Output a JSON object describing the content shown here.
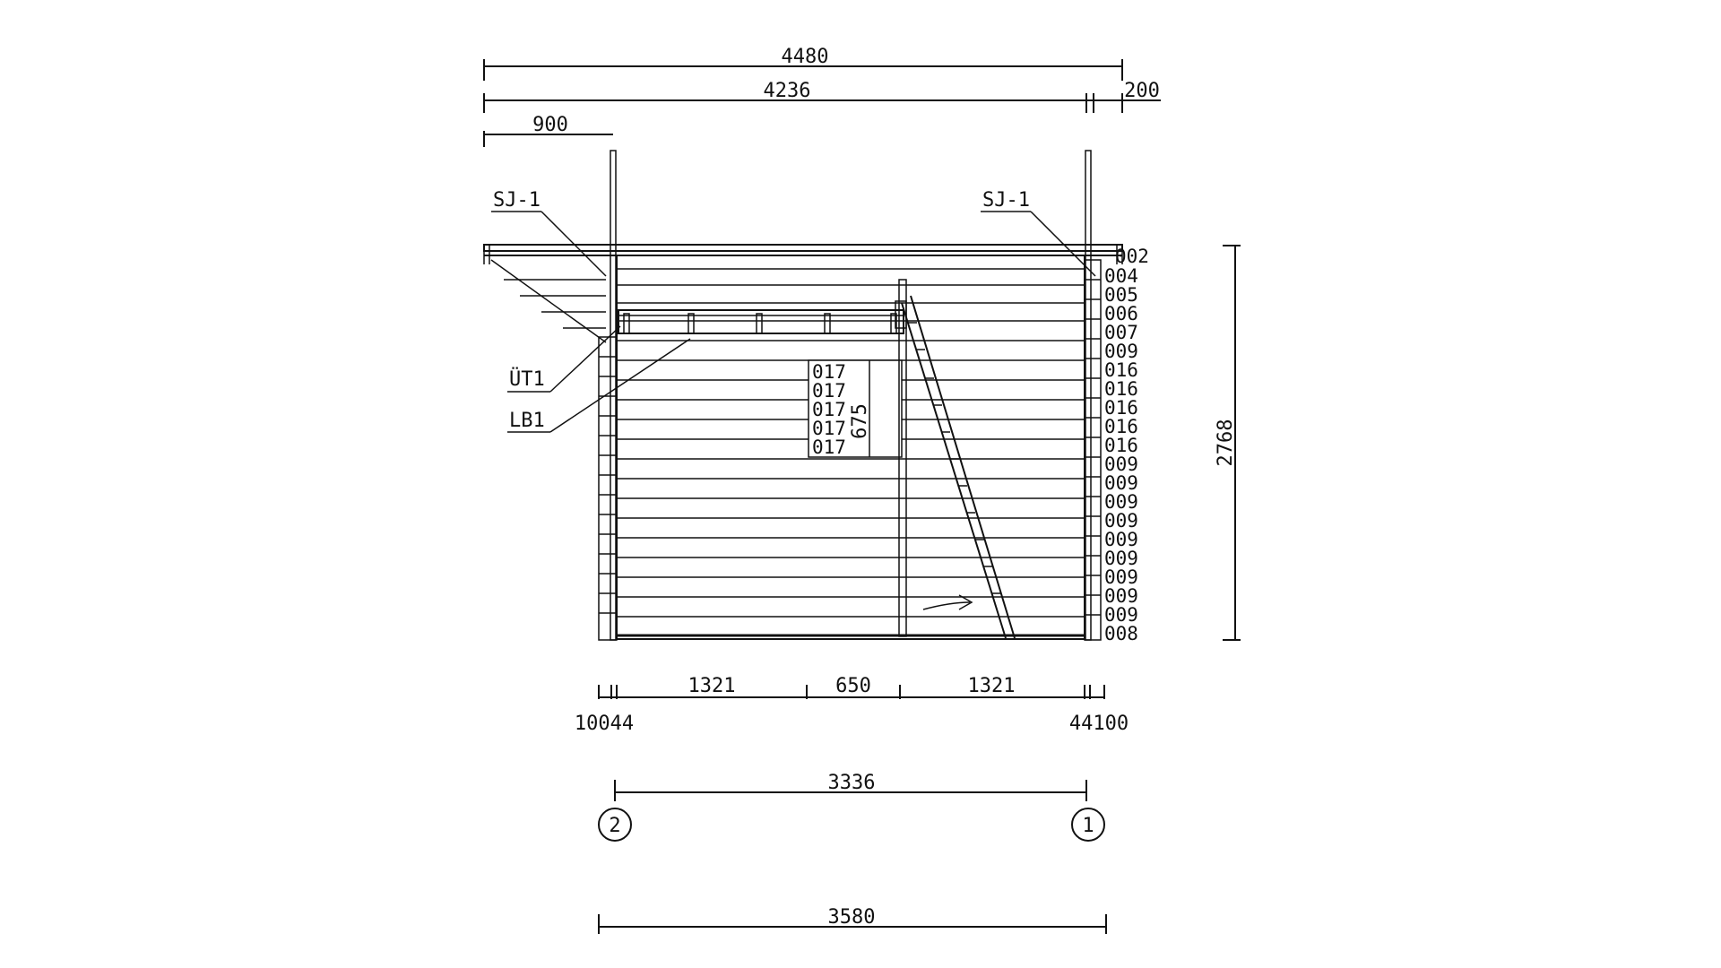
{
  "dimensions": {
    "overall_width": "4480",
    "wall_span": "4236",
    "roof_overhang_right": "200",
    "roof_overhang_left": "900",
    "panel_left": "1321",
    "door_width": "650",
    "panel_right": "1321",
    "edge_left": "10044",
    "edge_right": "44100",
    "axis_distance": "3336",
    "base_width": "3580",
    "height_total": "2768",
    "window_height": "675"
  },
  "labels": {
    "sj_left": "SJ-1",
    "sj_right": "SJ-1",
    "ut1": "ÜT1",
    "lb1": "LB1"
  },
  "axes": {
    "left": "2",
    "right": "1"
  },
  "log_codes_right": [
    "002",
    "004",
    "005",
    "006",
    "007",
    "009",
    "016",
    "016",
    "016",
    "016",
    "016",
    "009",
    "009",
    "009",
    "009",
    "009",
    "009",
    "009",
    "009",
    "009",
    "008"
  ],
  "log_codes_window": [
    "017",
    "017",
    "017",
    "017",
    "017"
  ]
}
